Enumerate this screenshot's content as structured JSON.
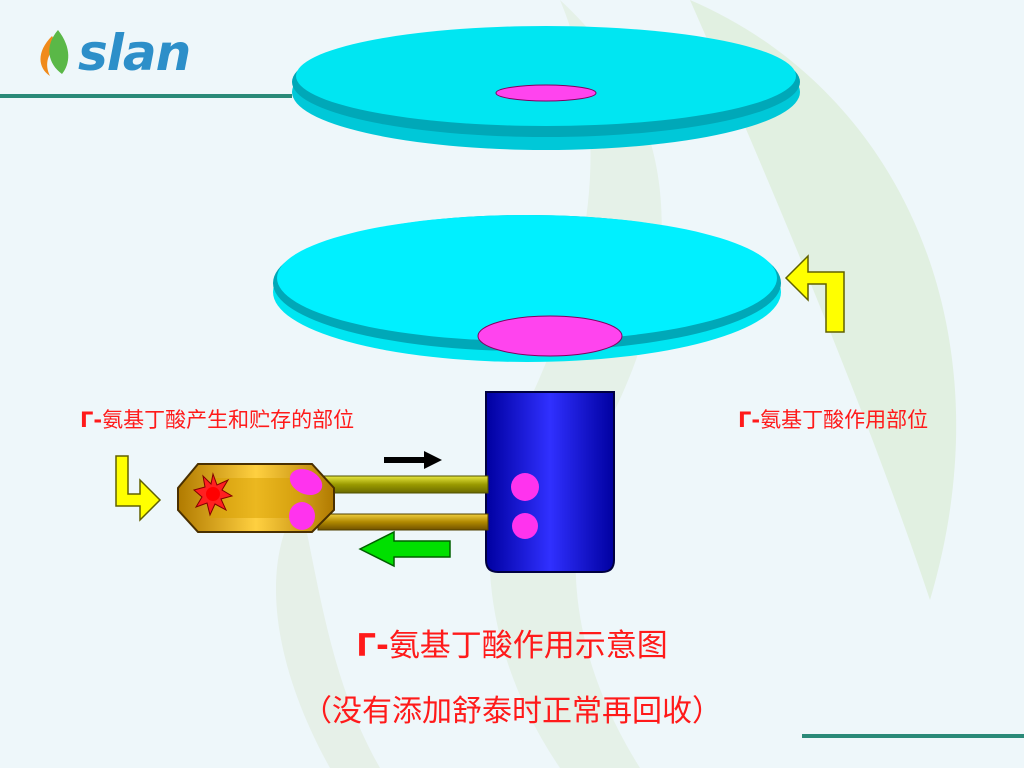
{
  "logo": {
    "brand": "slan"
  },
  "labels": {
    "prefix": "Γ-",
    "left_text": "氨基丁酸产生和贮存的部位",
    "right_text": "氨基丁酸作用部位"
  },
  "caption": {
    "title_prefix": "Γ-",
    "title_text": "氨基丁酸作用示意图",
    "subtitle": "（没有添加舒泰时正常再回收）"
  },
  "colors": {
    "disc": "#00d0e0",
    "disc_dark": "#008f9a",
    "receptor": "#ff44ee",
    "terminal": "#1010d0",
    "vesicle": "#ff33ee",
    "neuron": "#e0a800",
    "axon": "#9a9a00",
    "arrow_yellow": "#ffff00",
    "arrow_green": "#00e000",
    "text_red": "#ff1a1a",
    "brand_blue": "#2d8fc9",
    "line_green": "#2a8a78"
  }
}
